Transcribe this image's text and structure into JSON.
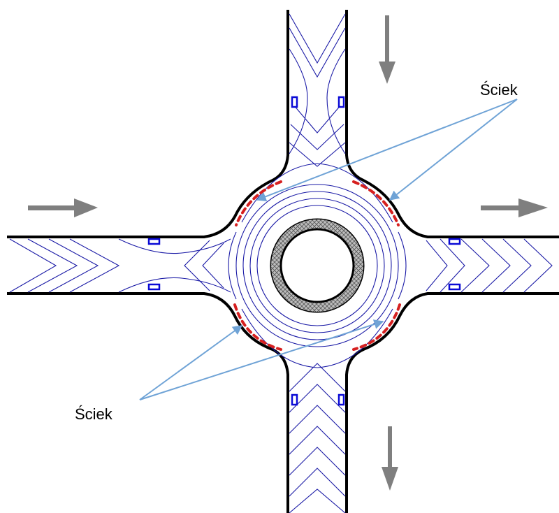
{
  "labels": {
    "gutter_top": "Ściek",
    "gutter_bottom": "Ściek"
  },
  "colors": {
    "road_edge": "#000000",
    "contour_lines": "#1a1aa6",
    "gutter": "#d62020",
    "callout": "#6fa3d6",
    "flow_arrow": "#7f7f7f",
    "inlet": "#0a0ad6",
    "island_ring": "#9a9a9a"
  },
  "flow_directions": [
    "south",
    "east",
    "east",
    "south"
  ]
}
